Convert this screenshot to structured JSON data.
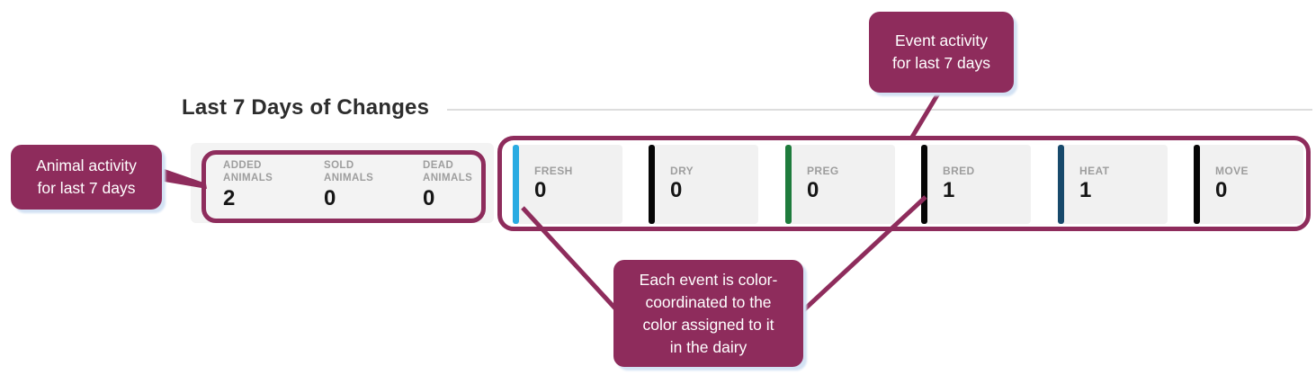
{
  "header": {
    "title": "Last 7 Days of Changes"
  },
  "animal_panel": {
    "stats": [
      {
        "label": "ADDED\nANIMALS",
        "value": "2"
      },
      {
        "label": "SOLD\nANIMALS",
        "value": "0"
      },
      {
        "label": "DEAD\nANIMALS",
        "value": "0"
      }
    ]
  },
  "event_panel": {
    "tiles": [
      {
        "label": "FRESH",
        "value": "0",
        "color": "#29abe2"
      },
      {
        "label": "DRY",
        "value": "0",
        "color": "#060606"
      },
      {
        "label": "PREG",
        "value": "0",
        "color": "#1e7b3c"
      },
      {
        "label": "BRED",
        "value": "1",
        "color": "#060606"
      },
      {
        "label": "HEAT",
        "value": "1",
        "color": "#17496b"
      },
      {
        "label": "MOVE",
        "value": "0",
        "color": "#060606"
      }
    ]
  },
  "annotations": {
    "accent_color": "#8e2c5c",
    "animal_callout": "Animal activity\nfor last 7 days",
    "event_callout": "Event activity\nfor last 7 days",
    "color_callout": "Each event is color-\ncoordinated to the\ncolor assigned to it\nin the dairy"
  }
}
